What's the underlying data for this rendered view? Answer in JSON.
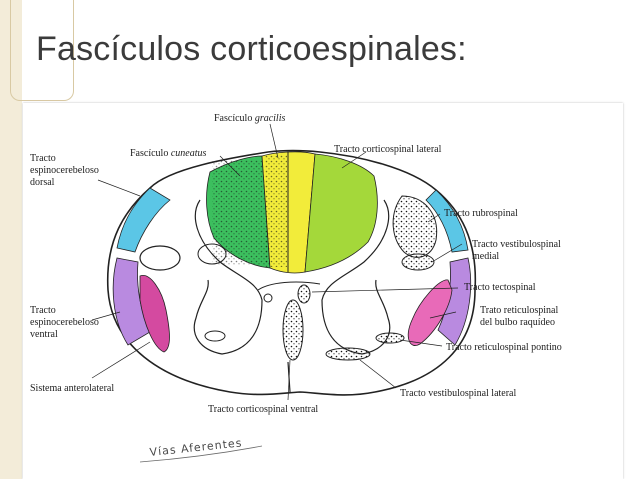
{
  "slide": {
    "title": "Fascículos corticoespinales:"
  },
  "labels": {
    "gracilis_prefix": "Fascículo ",
    "gracilis_italic": "gracilis",
    "cuneatus_prefix": "Fascículo ",
    "cuneatus_italic": "cuneatus",
    "corticospinal_lateral": "Tracto corticospinal lateral",
    "espinocerebeloso_dorsal": [
      "Tracto",
      "espinocerebeloso",
      "dorsal"
    ],
    "rubrospinal": "Tracto rubrospinal",
    "vestibulospinal_medial": [
      "Tracto vestibulospinal",
      "medial"
    ],
    "tectospinal": "Tracto tectospinal",
    "reticulospinal_bulbo": [
      "Trato reticulospinal",
      "del bulbo raquídeo"
    ],
    "reticulospinal_pontino": "Tracto reticulospinal pontino",
    "espinocerebeloso_ventral": [
      "Tracto",
      "espinocerebeloso",
      "ventral"
    ],
    "sistema_anterolateral": "Sistema anterolateral",
    "vestibulospinal_lateral": "Tracto vestibulospinal lateral",
    "corticospinal_ventral": "Tracto corticospinal ventral"
  },
  "handwriting": "Vías Aferentes",
  "colors": {
    "gracilis": "#f2ec3a",
    "cuneatus": "#3cbf5e",
    "cuneatus_right": "#a4d83a",
    "espinocerebeloso_dorsal": "#5bc6e6",
    "espinocerebeloso_ventral": "#b98ae0",
    "sistema_anterolateral": "#d44aa0",
    "reticulospinal_bulbo": "#e86ab8"
  }
}
